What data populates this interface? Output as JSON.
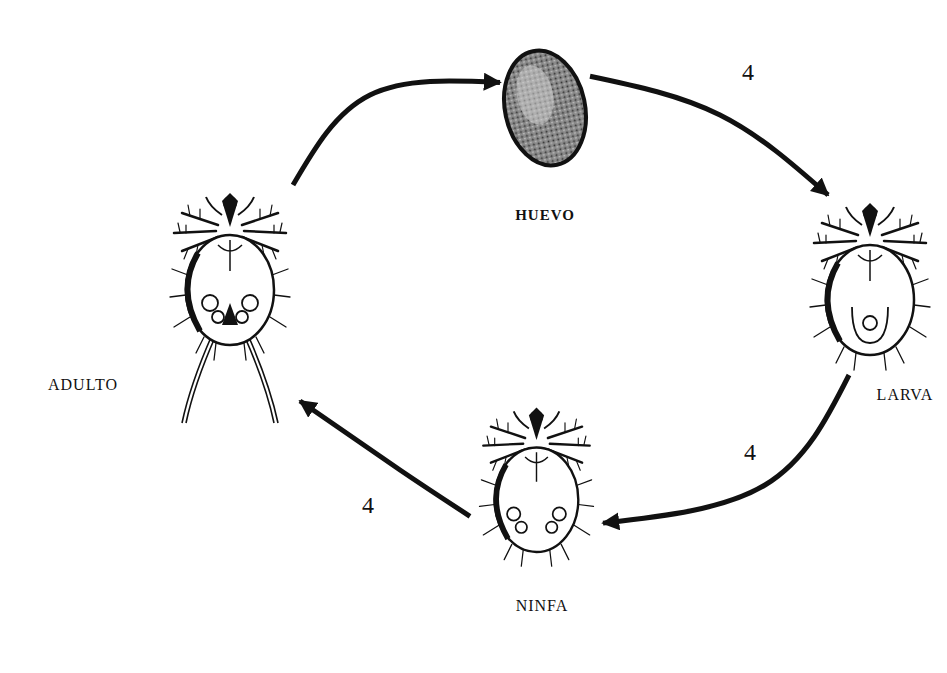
{
  "diagram": {
    "nodes": [
      {
        "text": [
          "HUEVO"
        ]
      },
      {
        "text": [
          "ADULTO"
        ]
      },
      {
        "text": [
          "LARVA"
        ]
      },
      {
        "text": [
          "NINFA"
        ]
      }
    ],
    "edges": [
      {
        "from": 1,
        "to": 0,
        "arrow": "to"
      },
      {
        "from": 0,
        "to": 2,
        "label": "4",
        "arrow": "to"
      },
      {
        "from": 2,
        "to": 3,
        "label": "4",
        "arrow": "to"
      },
      {
        "from": 3,
        "to": 1,
        "label": "4",
        "arrow": "to"
      }
    ]
  }
}
